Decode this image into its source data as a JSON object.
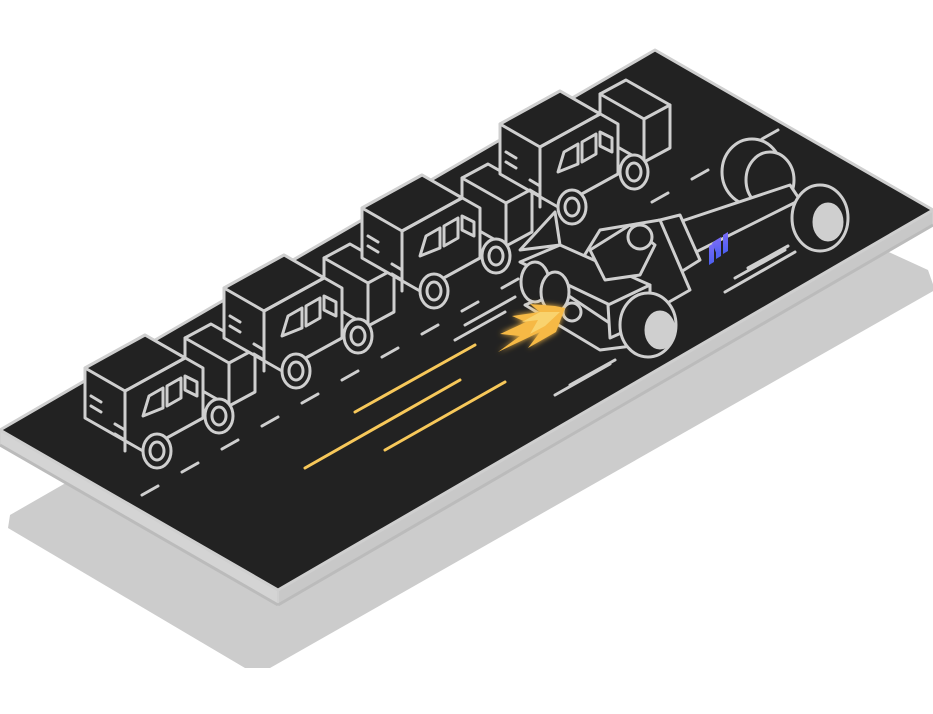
{
  "illustration": {
    "subject": "race-car-overtaking-vans",
    "logo_text": "M",
    "van_count": 4
  },
  "colors": {
    "road": "#222222",
    "outline": "#cfcfcf",
    "shadow": "#cccccc",
    "speed_lines": "#f7c85a",
    "flame": "#f6b944",
    "logo_gradient_start": "#7b6cf6",
    "logo_gradient_end": "#4a5ff0"
  }
}
